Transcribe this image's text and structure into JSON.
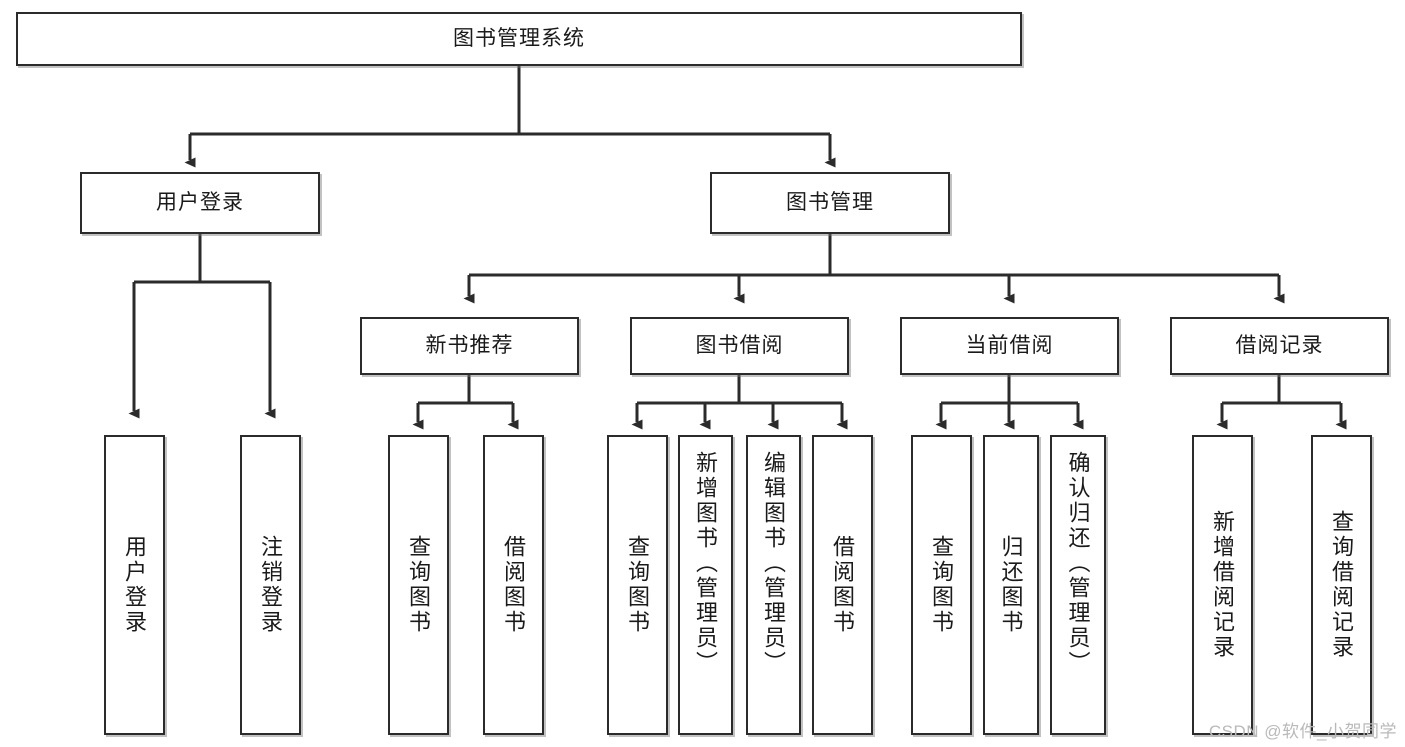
{
  "diagram": {
    "title": "图书管理系统",
    "root": {
      "label": "图书管理系统"
    },
    "level2": [
      {
        "label": "用户登录"
      },
      {
        "label": "图书管理"
      }
    ],
    "level3": [
      {
        "label": "新书推荐"
      },
      {
        "label": "图书借阅"
      },
      {
        "label": "当前借阅"
      },
      {
        "label": "借阅记录"
      }
    ],
    "leaves": {
      "user_login": [
        {
          "label": "用户登录"
        },
        {
          "label": "注销登录"
        }
      ],
      "new_book_recommend": [
        {
          "label": "查询图书"
        },
        {
          "label": "借阅图书"
        }
      ],
      "book_borrow": [
        {
          "label": "查询图书"
        },
        {
          "label": "新增图书（管理员）"
        },
        {
          "label": "编辑图书（管理员）"
        },
        {
          "label": "借阅图书"
        }
      ],
      "current_borrow": [
        {
          "label": "查询图书"
        },
        {
          "label": "归还图书"
        },
        {
          "label": "确认归还（管理员）"
        }
      ],
      "borrow_record": [
        {
          "label": "新增借阅记录"
        },
        {
          "label": "查询借阅记录"
        }
      ]
    },
    "watermark": "CSDN @软件_小贺同学",
    "colors": {
      "line": "#2b2b2b",
      "box_border": "#2b2b2b",
      "box_fill": "#ffffff",
      "text": "#1a1a1a",
      "watermark": "#b9b9b9",
      "background": "#ffffff"
    }
  }
}
